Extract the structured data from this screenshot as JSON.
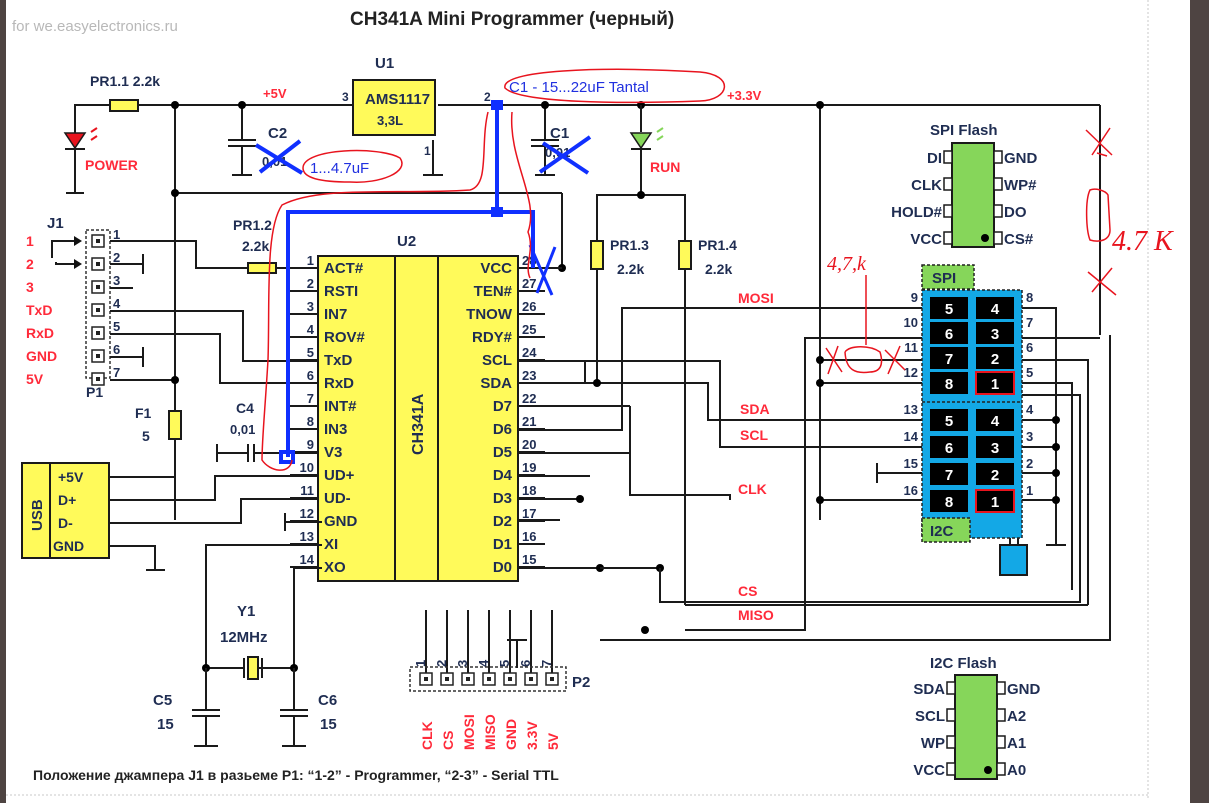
{
  "title": "CH341A Mini Programmer (черный)",
  "watermark": "for we.easyelectronics.ru",
  "footer": "Положение джампера J1 в разьеме P1: “1-2” - Programmer, “2-3” - Serial TTL",
  "colors": {
    "chip_yellow": "#fffa5a",
    "flash_green": "#86d65a",
    "socket_blue": "#13a8e6",
    "net_red": "#ff2a3a",
    "annotation_blue": "#1030ff",
    "ink_red": "#e8141e"
  },
  "u1": {
    "ref": "U1",
    "name": "AMS1117",
    "variant": "3,3L",
    "pin_in": "3",
    "pin_out": "2",
    "pin_gnd": "1"
  },
  "nets": {
    "v5": "+5V",
    "v33": "+3.3V",
    "mosi": "MOSI",
    "sda": "SDA",
    "scl": "SCL",
    "clk": "CLK",
    "cs": "CS",
    "miso": "MISO"
  },
  "resistors": {
    "pr11": "PR1.1 2.2k",
    "pr12_ref": "PR1.2",
    "pr12_val": "2.2k",
    "pr13_ref": "PR1.3",
    "pr13_val": "2.2k",
    "pr14_ref": "PR1.4",
    "pr14_val": "2.2k",
    "f1_ref": "F1",
    "f1_val": "5"
  },
  "caps": {
    "c1": "C1",
    "c1_val": "0,01",
    "c2": "C2",
    "c2_val": "0,01",
    "c4": "C4",
    "c4_val": "0,01",
    "c5": "C5",
    "c5_val": "15",
    "c6": "C6",
    "c6_val": "15"
  },
  "leds": {
    "power": "POWER",
    "run": "RUN"
  },
  "crystal": {
    "ref": "Y1",
    "freq": "12MHz"
  },
  "j1": {
    "ref": "J1",
    "connector": "P1",
    "pins": [
      "1",
      "2",
      "3",
      "4",
      "5",
      "6",
      "7"
    ],
    "labels": [
      "1",
      "2",
      "3",
      "TxD",
      "RxD",
      "GND",
      "5V"
    ]
  },
  "usb": {
    "label": "USB",
    "pins": [
      "+5V",
      "D+",
      "D-",
      "GND"
    ]
  },
  "u2": {
    "ref": "U2",
    "name": "CH341A",
    "left_pins": [
      {
        "num": "1",
        "name": "ACT#"
      },
      {
        "num": "2",
        "name": "RSTI"
      },
      {
        "num": "3",
        "name": "IN7"
      },
      {
        "num": "4",
        "name": "ROV#"
      },
      {
        "num": "5",
        "name": "TxD"
      },
      {
        "num": "6",
        "name": "RxD"
      },
      {
        "num": "7",
        "name": "INT#"
      },
      {
        "num": "8",
        "name": "IN3"
      },
      {
        "num": "9",
        "name": "V3"
      },
      {
        "num": "10",
        "name": "UD+"
      },
      {
        "num": "11",
        "name": "UD-"
      },
      {
        "num": "12",
        "name": "GND"
      },
      {
        "num": "13",
        "name": "XI"
      },
      {
        "num": "14",
        "name": "XO"
      }
    ],
    "right_pins": [
      {
        "num": "28",
        "name": "VCC"
      },
      {
        "num": "27",
        "name": "TEN#"
      },
      {
        "num": "26",
        "name": "TNOW"
      },
      {
        "num": "25",
        "name": "RDY#"
      },
      {
        "num": "24",
        "name": "SCL"
      },
      {
        "num": "23",
        "name": "SDA"
      },
      {
        "num": "22",
        "name": "D7"
      },
      {
        "num": "21",
        "name": "D6"
      },
      {
        "num": "20",
        "name": "D5"
      },
      {
        "num": "19",
        "name": "D4"
      },
      {
        "num": "18",
        "name": "D3"
      },
      {
        "num": "17",
        "name": "D2"
      },
      {
        "num": "16",
        "name": "D1"
      },
      {
        "num": "15",
        "name": "D0"
      }
    ]
  },
  "spi_flash": {
    "title": "SPI Flash",
    "left": [
      "DI",
      "CLK",
      "HOLD#",
      "VCC"
    ],
    "right": [
      "GND",
      "WP#",
      "DO",
      "CS#"
    ]
  },
  "i2c_flash": {
    "title": "I2C Flash",
    "left": [
      "SDA",
      "SCL",
      "WP",
      "VCC"
    ],
    "right": [
      "GND",
      "A2",
      "A1",
      "A0"
    ]
  },
  "socket": {
    "spi_tag": "SPI",
    "i2c_tag": "I2C",
    "spi_rows": [
      {
        "l": "9",
        "a": "5",
        "b": "4",
        "r": "8"
      },
      {
        "l": "10",
        "a": "6",
        "b": "3",
        "r": "7"
      },
      {
        "l": "11",
        "a": "7",
        "b": "2",
        "r": "6"
      },
      {
        "l": "12",
        "a": "8",
        "b": "1",
        "r": "5"
      }
    ],
    "i2c_rows": [
      {
        "l": "13",
        "a": "5",
        "b": "4",
        "r": "4"
      },
      {
        "l": "14",
        "a": "6",
        "b": "3",
        "r": "3"
      },
      {
        "l": "15",
        "a": "7",
        "b": "2",
        "r": "2"
      },
      {
        "l": "16",
        "a": "8",
        "b": "1",
        "r": "1"
      }
    ]
  },
  "p2": {
    "ref": "P2",
    "pins": [
      "1",
      "2",
      "3",
      "4",
      "5",
      "6",
      "7"
    ],
    "labels": [
      "CLK",
      "CS",
      "MOSI",
      "MISO",
      "GND",
      "3.3V",
      "5V"
    ]
  },
  "annotations": {
    "c1_note": "C1 - 15...22uF Tantal",
    "c2_note": "1...4.7uF",
    "pullup_note_a": "4,7,k",
    "pullup_note_b": "4.7 K"
  }
}
